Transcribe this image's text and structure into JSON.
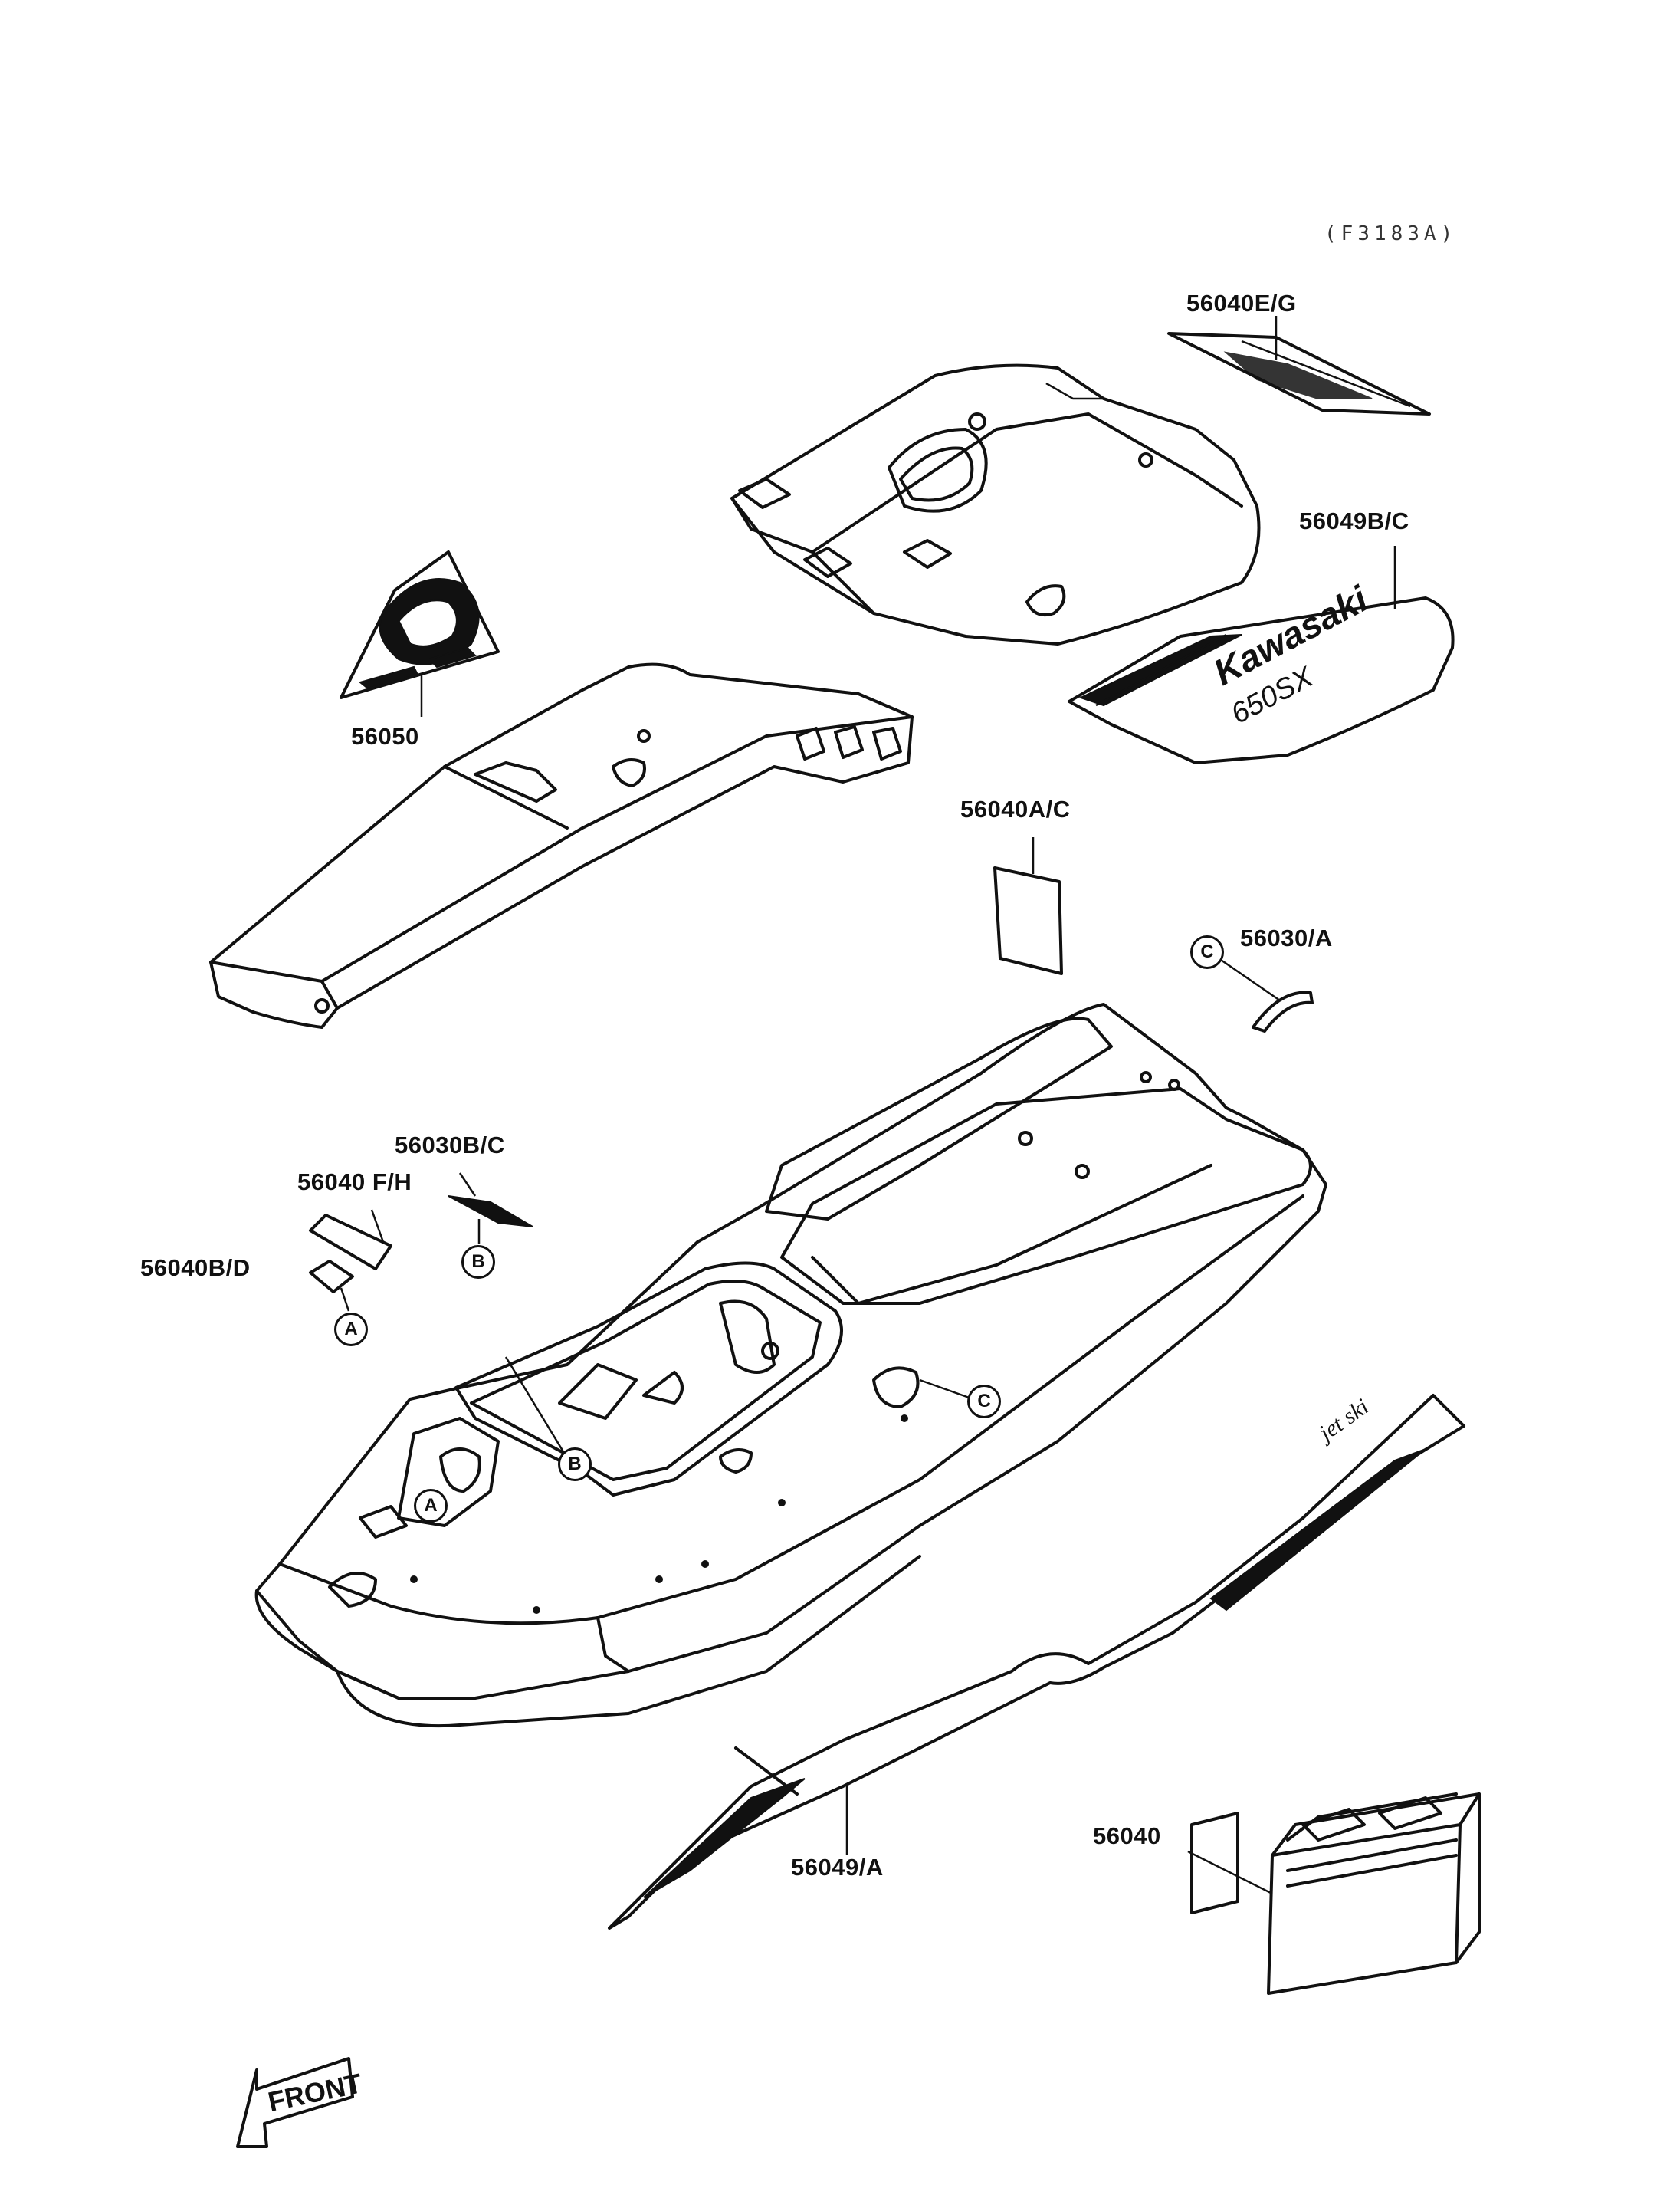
{
  "figure_code": "(F3183A)",
  "parts": {
    "p56040EG": "56040E/G",
    "p56049BC": "56049B/C",
    "p56050": "56050",
    "p56040AC": "56040A/C",
    "p56030A": "56030/A",
    "p56030BC": "56030B/C",
    "p56040FH": "56040 F/H",
    "p56040BD": "56040B/D",
    "p56049A": "56049/A",
    "p56040": "56040"
  },
  "callouts": {
    "a": "A",
    "b": "B",
    "c": "C"
  },
  "decal_text": {
    "brand": "Kawasaki",
    "model": "650SX"
  },
  "front_arrow": "FRONT"
}
